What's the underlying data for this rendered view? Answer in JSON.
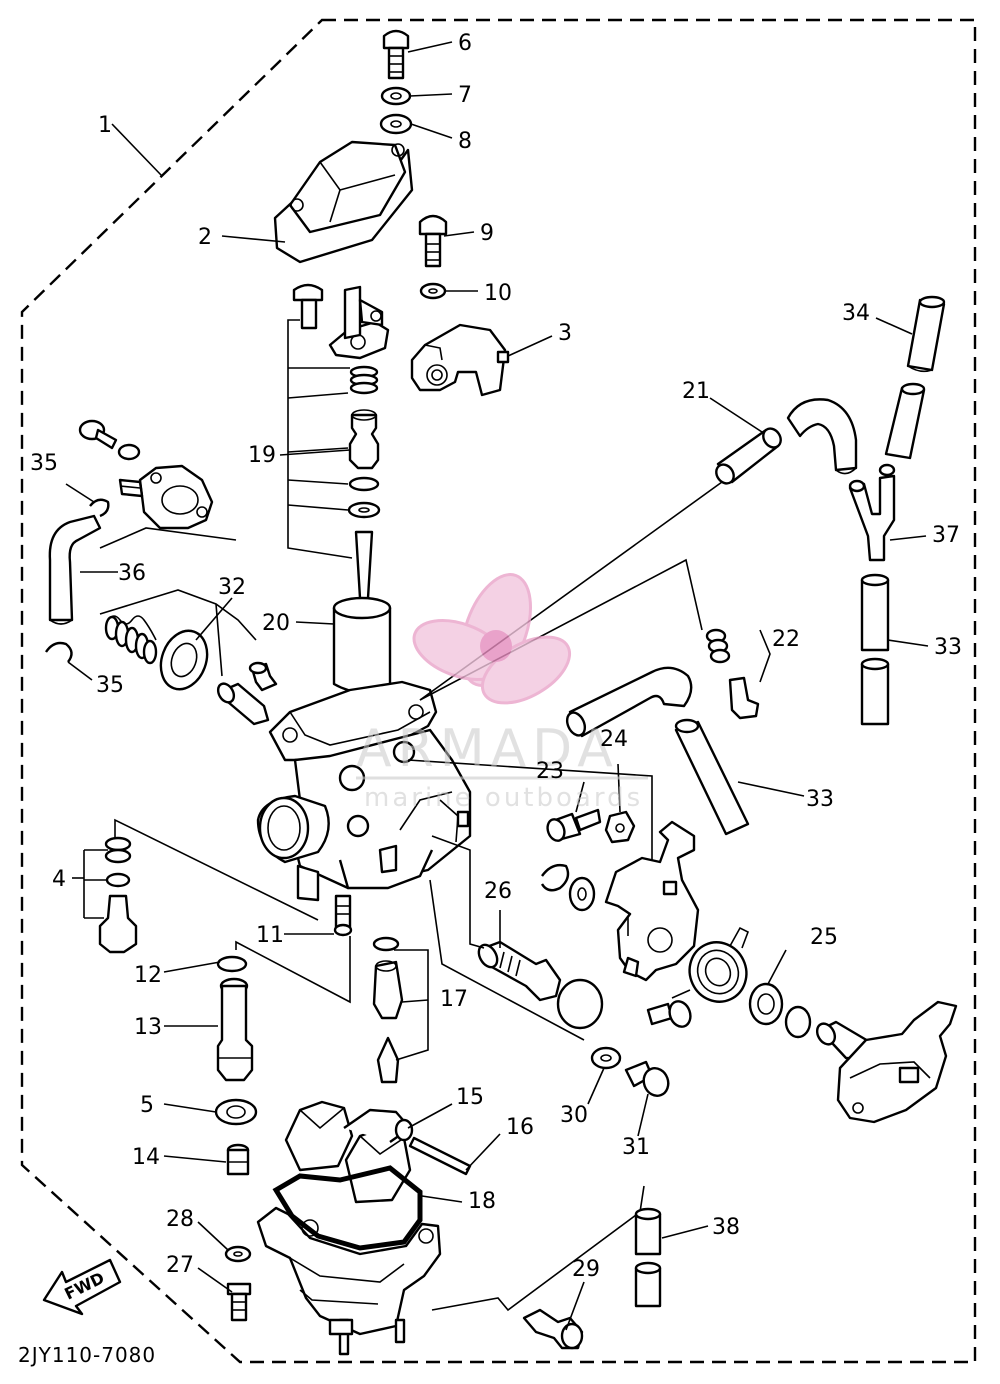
{
  "diagram": {
    "drawing_code": "2JY110-7080",
    "fwd_label": "FWD",
    "callouts": [
      "1",
      "2",
      "3",
      "4",
      "5",
      "6",
      "7",
      "8",
      "9",
      "10",
      "11",
      "12",
      "13",
      "14",
      "15",
      "16",
      "17",
      "18",
      "19",
      "20",
      "21",
      "22",
      "23",
      "24",
      "25",
      "26",
      "27",
      "28",
      "29",
      "30",
      "31",
      "32",
      "33",
      "33",
      "34",
      "35",
      "35",
      "36",
      "37",
      "38"
    ]
  },
  "watermark": {
    "brand": "ARMADA",
    "tagline": "marine outboards",
    "color": "#e9a3c9"
  }
}
